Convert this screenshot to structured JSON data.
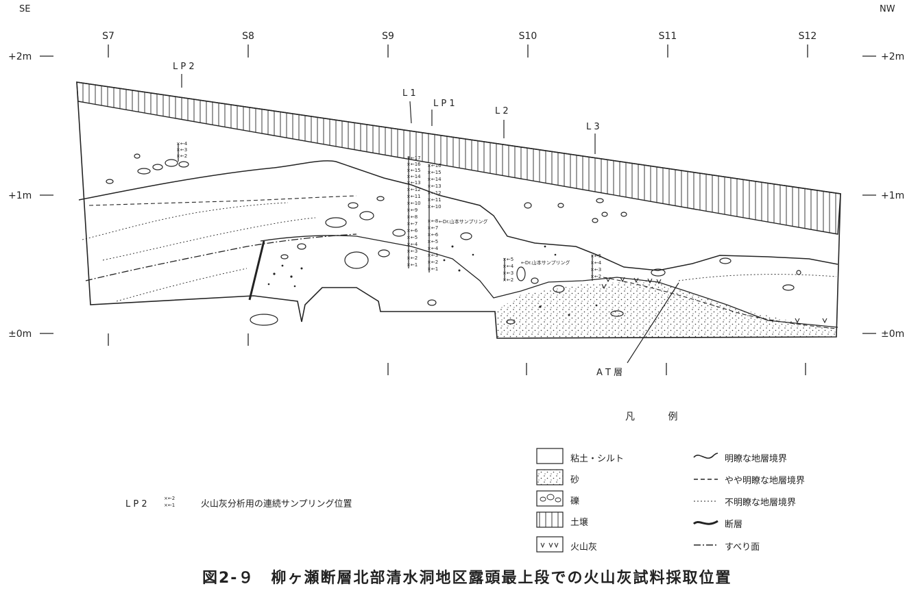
{
  "directions": {
    "left": "SE",
    "right": "NW"
  },
  "stations": [
    "S7",
    "S8",
    "S9",
    "S10",
    "S11",
    "S12"
  ],
  "elevations": [
    "+2m",
    "+1m",
    "±0m"
  ],
  "sampling_lines": [
    "L P 2",
    "L 1",
    "L P 1",
    "L 2",
    "L 3"
  ],
  "sample_labels": {
    "lp2": [
      "×←4",
      "×←3",
      "×←2"
    ],
    "l1": [
      "×←17",
      "×←16",
      "×←15",
      "×←14",
      "×←13",
      "×←12",
      "×←11",
      "×←10",
      "×←9",
      "×←8",
      "×←7",
      "×←6",
      "×←5",
      "×←4",
      "×←3",
      "×←2",
      "×←1"
    ],
    "lp1": [
      "×←16",
      "×←15",
      "×←14",
      "×←13",
      "×←12",
      "×←11",
      "×←10",
      "×←8",
      "×←7",
      "×←6",
      "×←5",
      "×←4",
      "×←3",
      "×←2",
      "×←1"
    ],
    "l2": [
      "×←5",
      "×←4",
      "×←3",
      "×←2"
    ],
    "l3": [
      "×←5",
      "×←4",
      "×←3",
      "×←2"
    ]
  },
  "annotations": {
    "dr_yamamoto_1": "←Dr.山本サンプリング",
    "dr_yamamoto_2": "←Dr.山本サンプリング",
    "at_layer": "A T 層"
  },
  "legend": {
    "title": "凡 例",
    "materials": [
      {
        "key": "clay",
        "label": "粘土・シルト"
      },
      {
        "key": "sand",
        "label": "砂"
      },
      {
        "key": "gravel",
        "label": "礫"
      },
      {
        "key": "soil",
        "label": "土壌"
      },
      {
        "key": "ash",
        "label": "火山灰",
        "symbol": "v vv"
      }
    ],
    "boundaries": [
      {
        "key": "clear",
        "label": "明瞭な地層境界"
      },
      {
        "key": "semi",
        "label": "やや明瞭な地層境界"
      },
      {
        "key": "unclear",
        "label": "不明瞭な地層境界"
      },
      {
        "key": "fault",
        "label": "断層"
      },
      {
        "key": "slip",
        "label": "すべり面"
      }
    ]
  },
  "lp_note": {
    "code": "L P 2",
    "symbol_top": "×←2",
    "symbol_bottom": "×←1",
    "text": "火山灰分析用の連続サンプリング位置"
  },
  "caption": "図2-９　柳ヶ瀬断層北部清水洞地区露頭最上段での火山灰試料採取位置"
}
